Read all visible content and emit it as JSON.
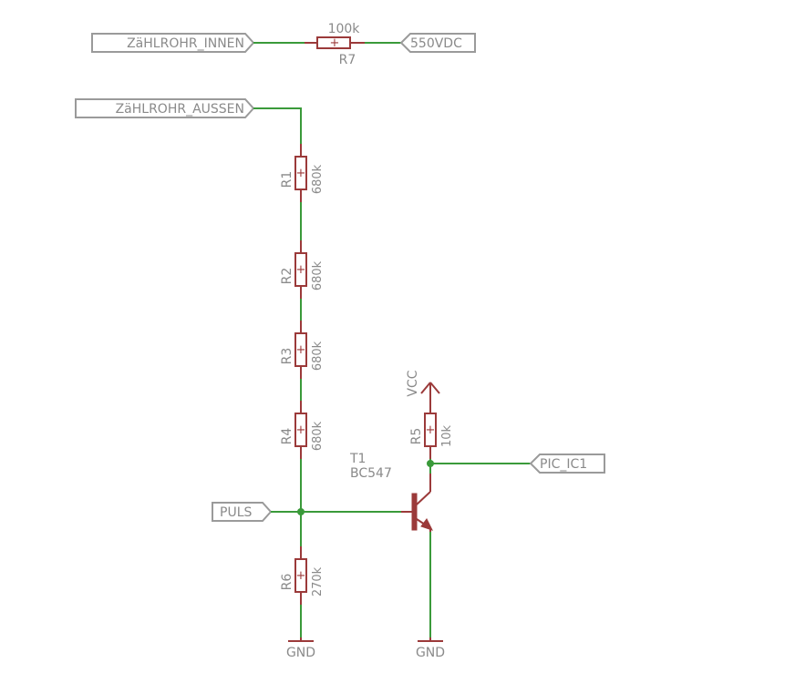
{
  "ports": {
    "zaehlrohr_innen": "ZäHLROHR_INNEN",
    "zaehlrohr_aussen": "ZäHLROHR_AUSSEN",
    "v550": "550VDC",
    "puls": "PULS",
    "pic_ic1": "PIC_IC1"
  },
  "supply": {
    "vcc": "VCC",
    "gnd": "GND"
  },
  "resistors": {
    "r1": {
      "name": "R1",
      "value": "680k"
    },
    "r2": {
      "name": "R2",
      "value": "680k"
    },
    "r3": {
      "name": "R3",
      "value": "680k"
    },
    "r4": {
      "name": "R4",
      "value": "680k"
    },
    "r5": {
      "name": "R5",
      "value": "10k"
    },
    "r6": {
      "name": "R6",
      "value": "270k"
    },
    "r7": {
      "name": "R7",
      "value": "100k"
    }
  },
  "transistor": {
    "name": "T1",
    "type": "BC547"
  },
  "colors": {
    "wire": "#3a9a3a",
    "part": "#9b3a3a",
    "label": "#8a8a8a"
  }
}
